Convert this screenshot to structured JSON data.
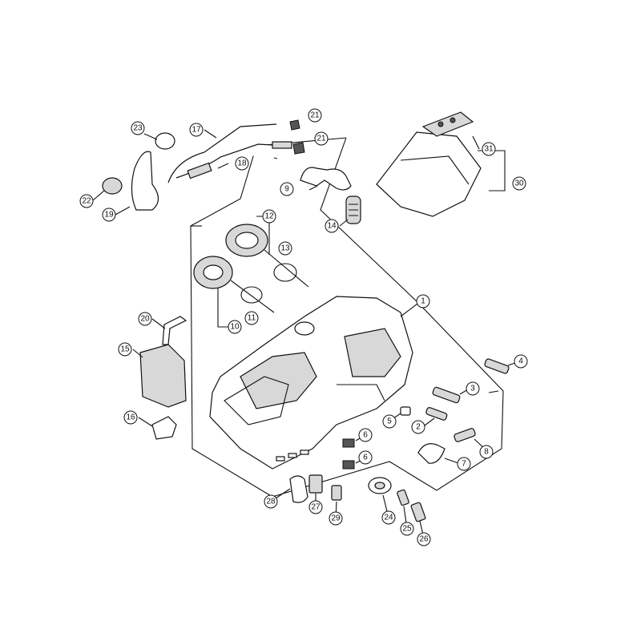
{
  "callouts": {
    "c1": "1",
    "c2": "2",
    "c3": "3",
    "c4": "4",
    "c5": "5",
    "c6a": "6",
    "c6b": "6",
    "c7": "7",
    "c8": "8",
    "c9": "9",
    "c10": "10",
    "c11": "11",
    "c12": "12",
    "c13": "13",
    "c14": "14",
    "c15": "15",
    "c16": "16",
    "c17": "17",
    "c18": "18",
    "c19": "19",
    "c20": "20",
    "c21a": "21",
    "c21b": "21",
    "c22": "22",
    "c23": "23",
    "c24": "24",
    "c25": "25",
    "c26": "26",
    "c27": "27",
    "c28": "28",
    "c29": "29",
    "c30": "30",
    "c31": "31"
  }
}
